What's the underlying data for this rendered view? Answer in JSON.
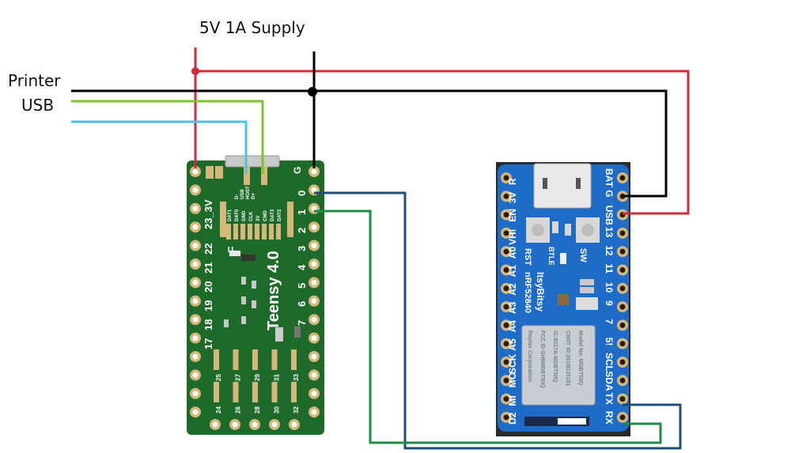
{
  "title": "5V 1A Supply",
  "printer_label": {
    "line1": "Printer",
    "line2": "USB"
  },
  "colors": {
    "power": "#d12a3a",
    "ground": "#000000",
    "usb_host_plus": "#7dc32a",
    "usb_host_minus": "#4fc0e0",
    "serial_tx": "#1f4e7a",
    "serial_rx": "#1f8a45",
    "teensy_pcb": "#1e6a2a",
    "itsybitsy_pcb": "#1e6cc8",
    "pad": "#d6b77a"
  },
  "teensy": {
    "name": "Teensy 4.0",
    "top_labels": [
      "G",
      "0",
      "1"
    ],
    "usb_labels": [
      "D-",
      "USB",
      "HOST",
      "D+"
    ],
    "pad_labels": [
      "DAT1",
      "DAT0",
      "GND",
      "CLK",
      "3V",
      "CMD",
      "DAT3",
      "DAT2"
    ],
    "left_pins": [
      "23_3V",
      "22",
      "21",
      "20",
      "19",
      "18",
      "17"
    ],
    "right_pins": [
      "2",
      "3",
      "4",
      "5",
      "6",
      "7"
    ],
    "bottom_top_labels": [
      "25",
      "27",
      "29",
      "31",
      "33"
    ],
    "bottom_bottom_labels": [
      "24",
      "26",
      "28",
      "30",
      "32"
    ],
    "misc_label": "F"
  },
  "itsybitsy": {
    "name": "ItsyBitsy",
    "chip": "nRF52840",
    "left_pins": [
      "R",
      "3V",
      "EN",
      "VHi",
      "A0",
      "A1",
      "A2",
      "A3",
      "A4",
      "A5",
      "SCK",
      "MO",
      "MI",
      "D2"
    ],
    "right_pins": [
      "BAT",
      "G",
      "USB",
      "13",
      "12",
      "11",
      "10",
      "9",
      "7",
      "5!",
      "SCL",
      "SDA",
      "TX",
      "RX"
    ],
    "buttons": [
      "RST",
      "SW"
    ],
    "led_label": "BTLE",
    "module_text": [
      "Raytac Corporation",
      "FCC ID:SH6MDBT50Q",
      "IC:8017A-MDBT50Q",
      "CMIIT ID:2018DJ5181",
      "Model No: MDBT50Q"
    ]
  }
}
